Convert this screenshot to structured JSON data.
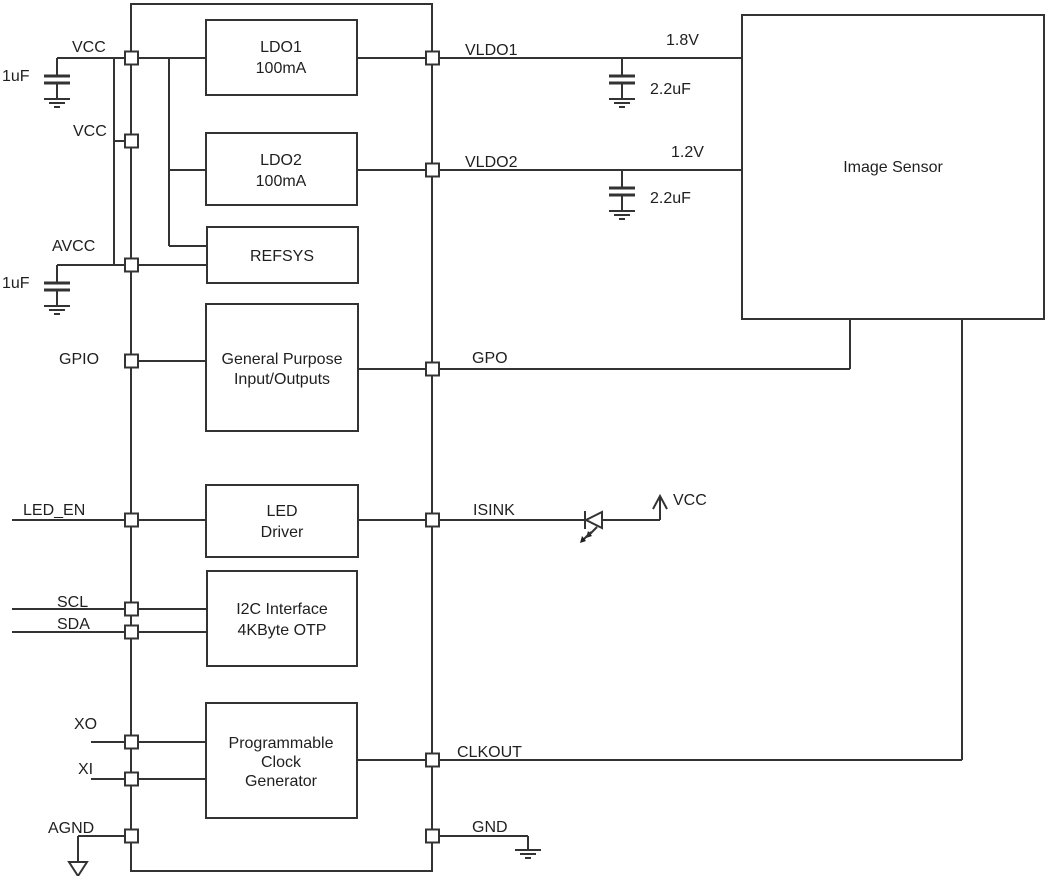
{
  "colors": {
    "line": "#333333",
    "text": "#1f1f1f",
    "background": "#ffffff"
  },
  "ic": {
    "blocks": {
      "ldo1": {
        "line1": "LDO1",
        "line2": "100mA"
      },
      "ldo2": {
        "line1": "LDO2",
        "line2": "100mA"
      },
      "refsys": {
        "line1": "REFSYS"
      },
      "gpio": {
        "line1": "General Purpose",
        "line2": "Input/Outputs"
      },
      "led_driver": {
        "line1": "LED",
        "line2": "Driver"
      },
      "i2c": {
        "line1": "I2C Interface",
        "line2": "4KByte OTP"
      },
      "clock_gen": {
        "line1": "Programmable",
        "line2": "Clock",
        "line3": "Generator"
      }
    },
    "left_pins": [
      {
        "label": "VCC"
      },
      {
        "label": "VCC"
      },
      {
        "label": "AVCC"
      },
      {
        "label": "GPIO"
      },
      {
        "label": "LED_EN"
      },
      {
        "label": "SCL"
      },
      {
        "label": "SDA"
      },
      {
        "label": "XO"
      },
      {
        "label": "XI"
      },
      {
        "label": "AGND"
      }
    ],
    "right_pins": [
      {
        "label": "VLDO1"
      },
      {
        "label": "VLDO2"
      },
      {
        "label": "GPO"
      },
      {
        "label": "ISINK"
      },
      {
        "label": "CLKOUT"
      },
      {
        "label": "GND"
      }
    ]
  },
  "external": {
    "image_sensor": {
      "label": "Image Sensor"
    },
    "capacitors": [
      {
        "value": "1uF"
      },
      {
        "value": "1uF"
      },
      {
        "value": "2.2uF"
      },
      {
        "value": "2.2uF"
      }
    ],
    "rails": {
      "vldo1_voltage": "1.8V",
      "vldo2_voltage": "1.2V",
      "led_supply": "VCC"
    }
  }
}
